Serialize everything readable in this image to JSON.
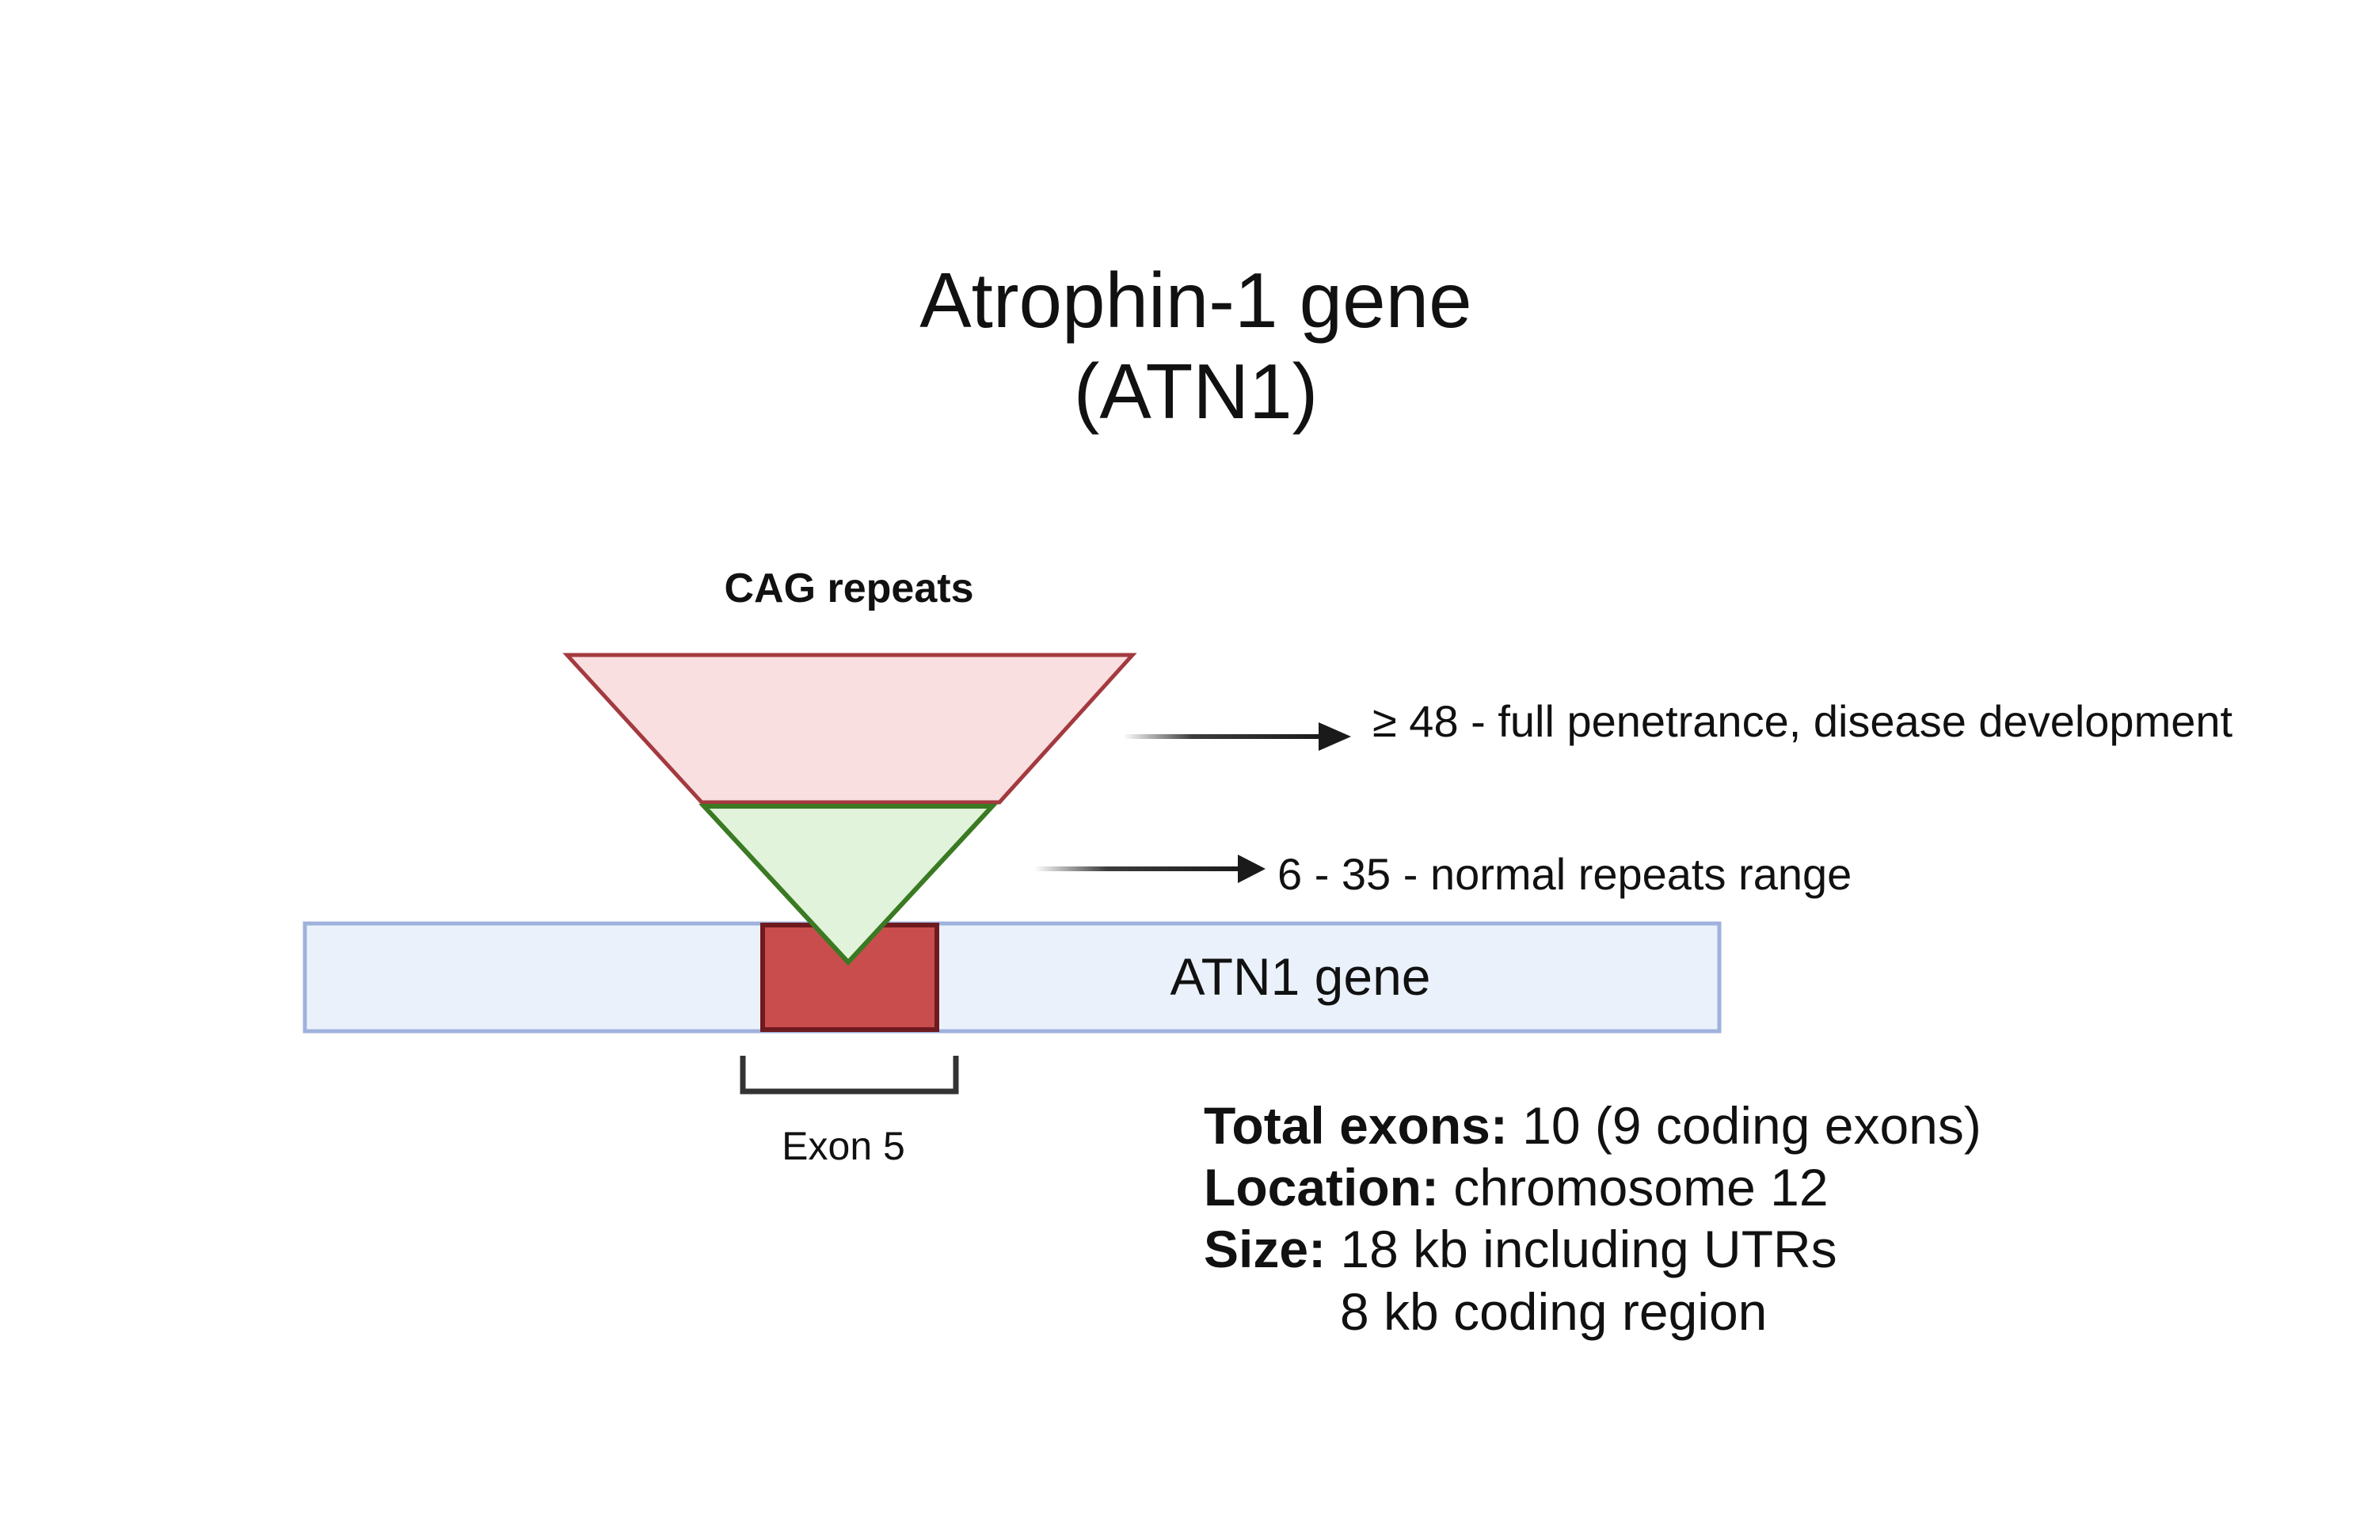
{
  "title": {
    "line1": "Atrophin-1 gene",
    "line2": "(ATN1)"
  },
  "repeats": {
    "heading": "CAG repeats",
    "pathogenic_label": "≥ 48 - full penetrance, disease development",
    "normal_label": "6 - 35 - normal repeats range"
  },
  "gene": {
    "label": "ATN1 gene",
    "exon_label": "Exon 5"
  },
  "info": {
    "exons_key": "Total exons:",
    "exons_value": " 10 (9 coding exons)",
    "location_key": "Location:",
    "location_value": " chromosome 12",
    "size_key": "Size:",
    "size_value": " 18 kb including UTRs",
    "size_value2": "8 kb coding region"
  },
  "colors": {
    "pathogenic_fill": "#f9dfe0",
    "pathogenic_stroke": "#a33a3f",
    "normal_fill": "#e1f3da",
    "normal_stroke": "#3a7a23",
    "gene_fill": "#eaf1fb",
    "gene_stroke": "#9fb2dd",
    "exon_fill": "#c94d4d",
    "exon_stroke": "#6e1a1f",
    "arrow": "#1a1a1a"
  }
}
